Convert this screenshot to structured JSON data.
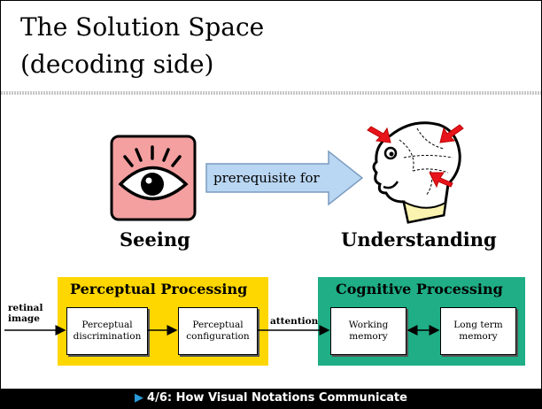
{
  "slide": {
    "title_line1": "The Solution Space",
    "title_line2": "(decoding side)"
  },
  "top": {
    "seeing_label": "Seeing",
    "understanding_label": "Understanding",
    "arrow_label": "prerequisite for"
  },
  "perceptual": {
    "title": "Perceptual Processing",
    "box1_line1": "Perceptual",
    "box1_line2": "discrimination",
    "box2_line1": "Perceptual",
    "box2_line2": "configuration",
    "color": "#ffd700"
  },
  "cognitive": {
    "title": "Cognitive Processing",
    "box1_line1": "Working",
    "box1_line2": "memory",
    "box2_line1": "Long term",
    "box2_line2": "memory",
    "color": "#1fae86"
  },
  "inputs": {
    "retinal_line1": "retinal",
    "retinal_line2": "image",
    "attention": "attention"
  },
  "footer": {
    "text": "4/6: How Visual Notations Communicate"
  },
  "icons": {
    "eye": "eye-icon",
    "head": "head-icon",
    "arrow": "right-arrow-icon",
    "footer_arrow": "triangle-right-icon"
  }
}
